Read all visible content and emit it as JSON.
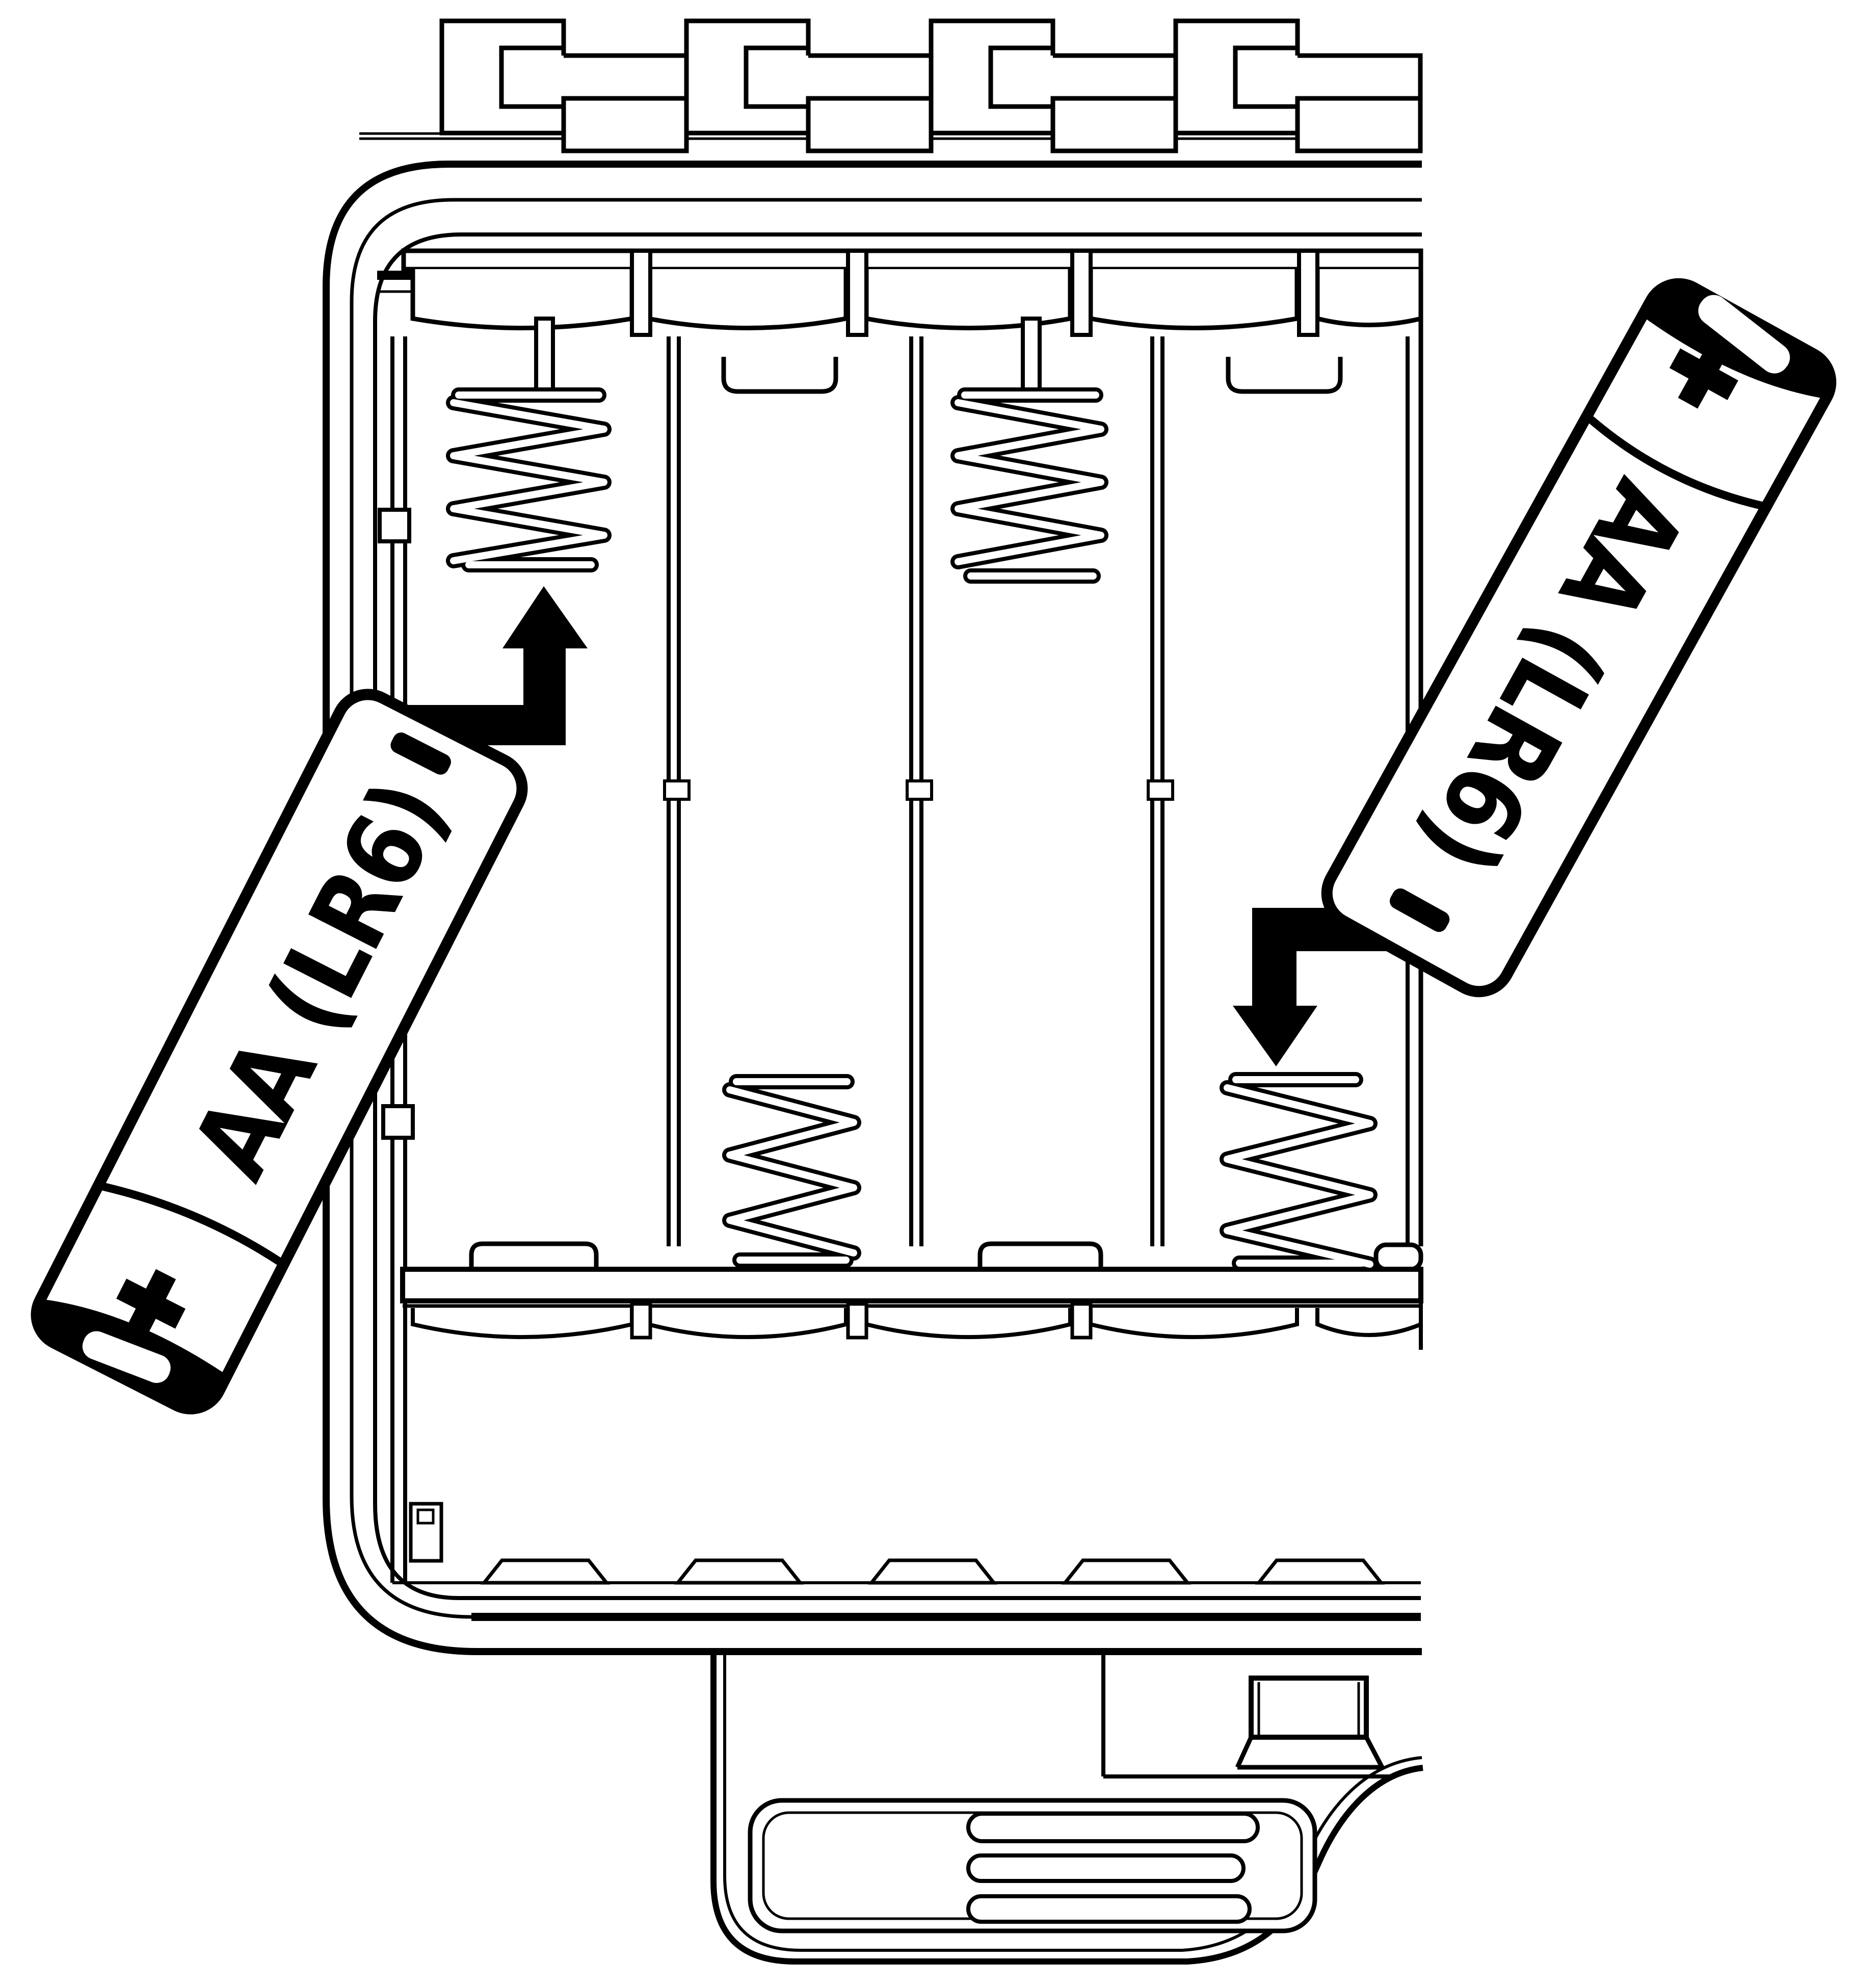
{
  "diagram": {
    "type": "battery-installation-illustration",
    "background_color": "#ffffff",
    "line_color": "#000000",
    "compartment": {
      "bay_count": 4,
      "hinge_tab_count": 4,
      "top_springs_in_bays": [
        1,
        3
      ],
      "bottom_springs_in_bays": [
        2,
        4
      ],
      "latch_grip_slot_count": 3
    },
    "batteries": [
      {
        "id": "battery-left",
        "label": "AA (LR6)",
        "positive_symbol": "+",
        "negative_symbol": "-",
        "positive_end": "down",
        "insert_arrow_direction": "up"
      },
      {
        "id": "battery-right",
        "label": "AA (LR6)",
        "positive_symbol": "+",
        "negative_symbol": "-",
        "positive_end": "up",
        "insert_arrow_direction": "down"
      }
    ],
    "icons": [
      {
        "name": "bent-arrow-up-icon"
      },
      {
        "name": "bent-arrow-down-icon"
      },
      {
        "name": "plus-terminal-icon"
      },
      {
        "name": "minus-terminal-icon"
      },
      {
        "name": "coil-spring-icon"
      }
    ]
  }
}
